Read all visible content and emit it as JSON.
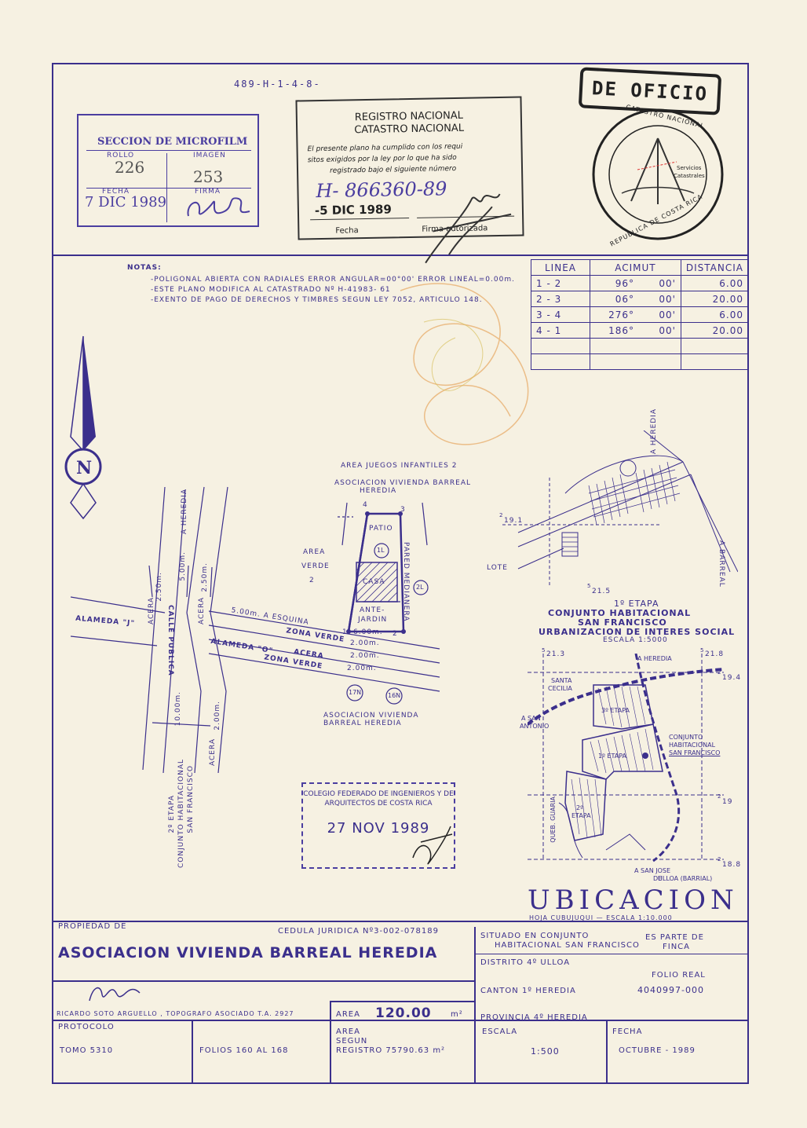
{
  "plan_code": "489-H-1-4-8-",
  "microfilm": {
    "title": "SECCION DE MICROFILM",
    "rollo_label": "ROLLO",
    "rollo_value": "226",
    "imagen_label": "IMAGEN",
    "imagen_value": "253",
    "fecha_label": "FECHA",
    "fecha_value": "7 DIC 1989",
    "firma_label": "FIRMA"
  },
  "registro": {
    "title1": "REGISTRO NACIONAL",
    "title2": "CATASTRO NACIONAL",
    "text1": "El presente plano ha cumplido con los requi",
    "text2": "sitos exigidos por la ley por lo que ha sido",
    "text3": "registrado bajo el siguiente número",
    "number": "H- 866360-89",
    "date": "-5 DIC 1989",
    "fecha_label": "Fecha",
    "firma_label": "Firma autorizada"
  },
  "de_oficio": "DE OFICIO",
  "seal": {
    "top_text": "CATASTRO NACIONAL",
    "bottom_text": "REPUBLICA DE COSTA RICA",
    "inner1": "Servicios",
    "inner2": "Catastrales"
  },
  "notas": {
    "title": "NOTAS:",
    "items": [
      "-POLIGONAL ABIERTA CON RADIALES  ERROR ANGULAR=00°00'  ERROR LINEAL=0.00m.",
      "-ESTE PLANO MODIFICA AL CATASTRADO Nº H-41983- 61",
      "-EXENTO DE PAGO DE DERECHOS Y TIMBRES SEGUN LEY 7052, ARTICULO 148."
    ]
  },
  "azimut_table": {
    "headers": [
      "LINEA",
      "ACIMUT",
      "DISTANCIA"
    ],
    "rows": [
      [
        "1 - 2",
        "96°",
        "00'",
        "6.00"
      ],
      [
        "2 - 3",
        "06°",
        "00'",
        "20.00"
      ],
      [
        "3 - 4",
        "276°",
        "00'",
        "6.00"
      ],
      [
        "4 - 1",
        "186°",
        "00'",
        "20.00"
      ]
    ]
  },
  "plan": {
    "north": "N",
    "a_heredia": "A HEREDIA",
    "area_juegos": "AREA JUEGOS INFANTILES 2",
    "asoc_top1": "ASOCIACION VIVIENDA BARREAL",
    "asoc_top2": "HEREDIA",
    "area_verde1": "AREA",
    "area_verde2": "VERDE",
    "area_verde3": "2",
    "patio": "PATIO",
    "casa": "CASA",
    "ante1": "ANTE-",
    "ante2": "JARDIN",
    "pared": "PARED MEDIANERA",
    "lot1": "1L",
    "lot2": "2L",
    "lot17": "17N",
    "lot16": "16N",
    "esquina": "5.00m. A  ESQUINA",
    "width6": "6.00m.",
    "zona_verde": "ZONA VERDE",
    "alameda_o": "ALAMEDA \"O\"",
    "acera": "ACERA",
    "d200": "2.00m.",
    "alameda_j": "ALAMEDA \"J\"",
    "calle_publica": "CALLE PUBLICA",
    "d250": "2.50m.",
    "d500": "5.00m.",
    "d1000": "10.00m.",
    "etapa2": "2º ETAPA",
    "conj1": "CONJUNTO HABITACIONAL",
    "conj2": "SAN FRANCISCO",
    "asoc_bot1": "ASOCIACION VIVIENDA",
    "asoc_bot2": "BARREAL HEREDIA",
    "v1": "1",
    "v2": "2",
    "v3": "3",
    "v4": "4"
  },
  "map1": {
    "a_heredia": "A HEREDIA",
    "a_barreal": "A BARREAL",
    "lote": "LOTE",
    "c191": "19.1",
    "c215": "21.5",
    "c2": "2",
    "c5": "5",
    "title1": "1º ETAPA",
    "title2": "CONJUNTO HABITACIONAL",
    "title3": "SAN FRANCISCO",
    "title4": "URBANIZACION DE INTERES SOCIAL",
    "escala": "ESCALA 1:5000"
  },
  "map2": {
    "c213": "21.3",
    "c218": "21.8",
    "c194": "19.4",
    "c19": "19",
    "c188": "18.8",
    "a_heredia": "A HEREDIA",
    "santa_cecilia1": "SANTA",
    "santa_cecilia2": "CECILIA",
    "a_san_antonio1": "A SAN",
    "a_san_antonio2": "ANTONIO",
    "etapa3": "3º ETAPA",
    "etapa1": "1º ETAPA",
    "etapa2a": "2º",
    "etapa2b": "ETAPA",
    "queb": "QUEB. GUARIA",
    "conj1": "CONJUNTO",
    "conj2": "HABITACIONAL",
    "conj3": "SAN FRANCISCO",
    "san_jose1": "A SAN JOSE",
    "san_jose2": "DE",
    "san_jose3": "ULLOA (BARRIAL)"
  },
  "colegio": {
    "line1": "COLEGIO FEDERADO DE INGENIEROS Y DE",
    "line2": "ARQUITECTOS DE COSTA RICA",
    "date": "27 NOV 1989"
  },
  "ubicacion": {
    "title": "UBICACION",
    "sub": "HOJA CUBUJUQUI  —  ESCALA 1:10.000"
  },
  "footer": {
    "propiedad_label": "PROPIEDAD DE",
    "cedula": "CEDULA JURIDICA Nº3-002-078189",
    "owner": "ASOCIACION VIVIENDA BARREAL HEREDIA",
    "situado1": "SITUADO EN CONJUNTO",
    "situado2": "HABITACIONAL SAN FRANCISCO",
    "es_parte1": "ES PARTE DE",
    "es_parte2": "FINCA",
    "distrito": "DISTRITO  4º ULLOA",
    "folio_label": "FOLIO REAL",
    "folio_value": "4040997-000",
    "canton": "CANTON  1º HEREDIA",
    "topografo": "RICARDO SOTO ARGUELLO , TOPOGRAFO ASOCIADO T.A. 2927",
    "area_label": "AREA",
    "area_value": "120.00",
    "area_unit": "m²",
    "provincia": "PROVINCIA  4º HEREDIA",
    "protocolo": "PROTOCOLO",
    "tomo": "TOMO  5310",
    "folios": "FOLIOS  160 AL 168",
    "area_segun1": "AREA",
    "area_segun2": "SEGUN",
    "area_segun3": "REGISTRO 75790.63 m²",
    "escala_label": "ESCALA",
    "escala_value": "1:500",
    "fecha_label": "FECHA",
    "fecha_value": "OCTUBRE - 1989"
  },
  "colors": {
    "ink": "#3b2f8c",
    "stamp_dark": "#2a2a2a",
    "paper": "#f6f1e2",
    "crayon": "#e8b070"
  }
}
